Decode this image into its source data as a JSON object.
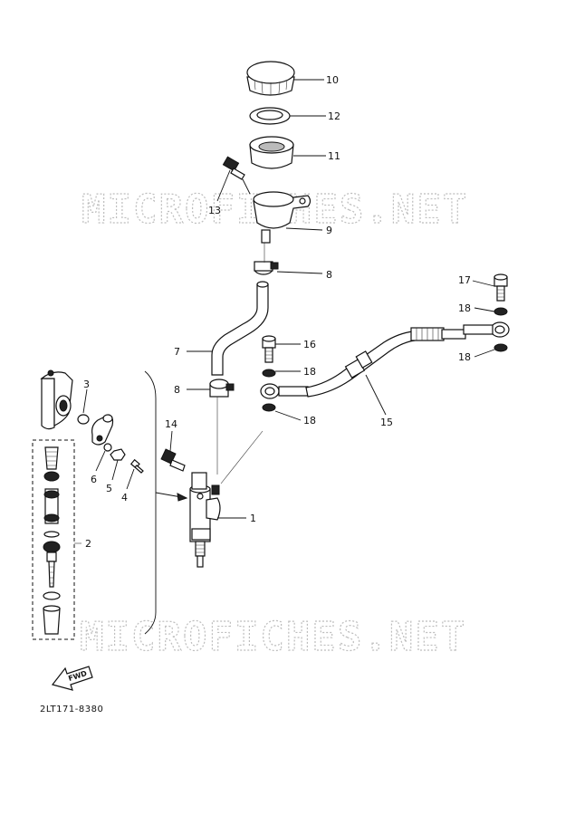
{
  "watermark": {
    "top": "MICROFICHES.NET",
    "bottom": "MICROFICHES.NET"
  },
  "fwd_label": "FWD",
  "diagram_code": "2LT171-8380",
  "callouts": {
    "c1": "1",
    "c2": "2",
    "c3": "3",
    "c4": "4",
    "c5": "5",
    "c6": "6",
    "c7": "7",
    "c8a": "8",
    "c8b": "8",
    "c9": "9",
    "c10": "10",
    "c11": "11",
    "c12": "12",
    "c13": "13",
    "c14": "14",
    "c15": "15",
    "c16": "16",
    "c17": "17",
    "c18a": "18",
    "c18b": "18",
    "c18c": "18",
    "c18d": "18"
  }
}
